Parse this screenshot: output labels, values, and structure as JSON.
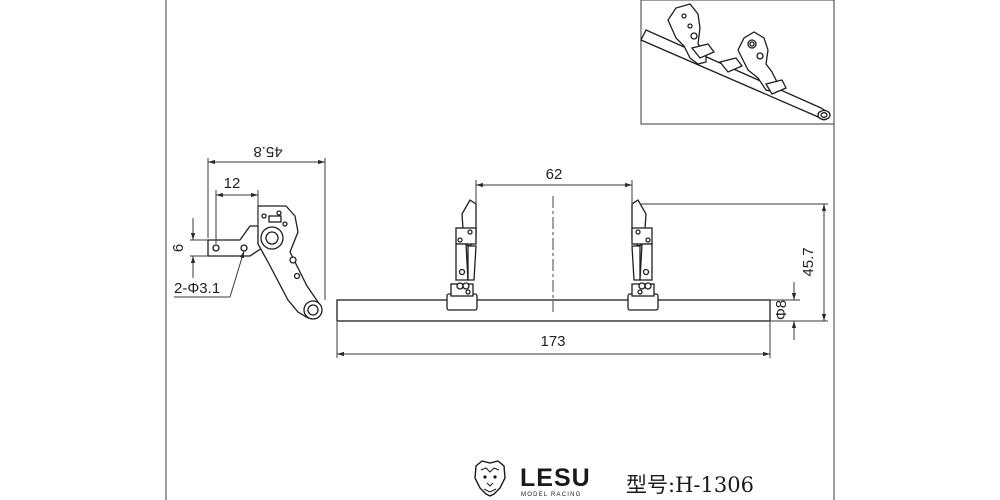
{
  "dimensions": {
    "side_overall_width": "45.8",
    "side_bracket_offset": "12",
    "side_hole_height": "6",
    "side_holes": "2-Φ3.1",
    "front_bracket_spacing": "62",
    "front_overall_height": "45.7",
    "front_bar_diameter": "Φ8",
    "front_bar_length": "173"
  },
  "brand": {
    "name": "LESU",
    "subtitle": "MODEL RACING"
  },
  "model": {
    "label": "型号:H-1306"
  },
  "icons": {
    "logo": "lion-head-icon"
  }
}
